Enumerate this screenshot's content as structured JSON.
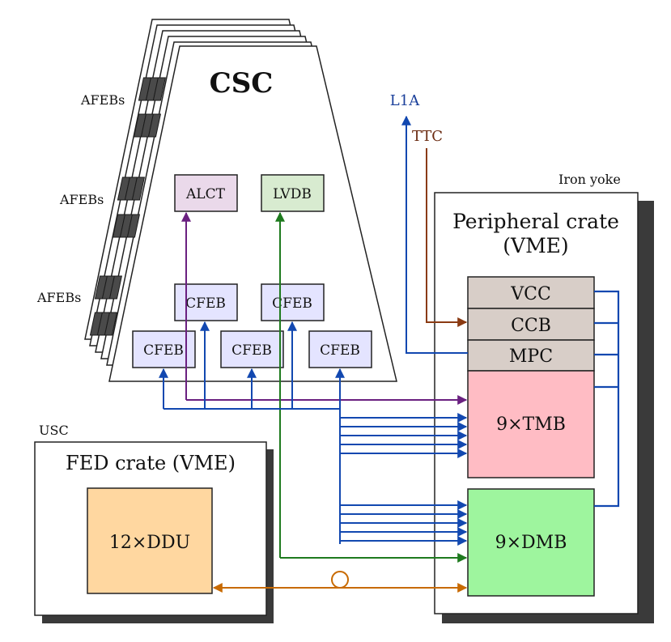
{
  "csc": {
    "title": "CSC"
  },
  "afebs": [
    "AFEBs",
    "AFEBs",
    "AFEBs"
  ],
  "boards": {
    "alct": "ALCT",
    "lvdb": "LVDB",
    "cfeb": "CFEB"
  },
  "signals": {
    "l1a": "L1A",
    "ttc": "TTC"
  },
  "iron_yoke": {
    "label": "Iron yoke",
    "crate_title_line1": "Peripheral crate",
    "crate_title_line2": "(VME)",
    "modules": [
      "VCC",
      "CCB",
      "MPC",
      "9×TMB",
      "9×DMB"
    ]
  },
  "usc": {
    "label": "USC",
    "crate_title": "FED crate (VME)",
    "module": "12×DDU"
  },
  "colors": {
    "alct_fill": "#ead9ea",
    "lvdb_fill": "#d8ebd0",
    "cfeb_fill": "#e4e4ff",
    "vme_module_fill": "#d8cec8",
    "tmb_fill": "#ffbcc4",
    "dmb_fill": "#9ef59e",
    "ddu_fill": "#ffd7a0",
    "blue_line": "#1248b0",
    "purple_line": "#6a2080",
    "green_line": "#1e7a1e",
    "brown_line": "#8a3a12",
    "orange_line": "#c86a00",
    "l1a_text": "#1a3f9a",
    "ttc_text": "#6a2a10"
  }
}
